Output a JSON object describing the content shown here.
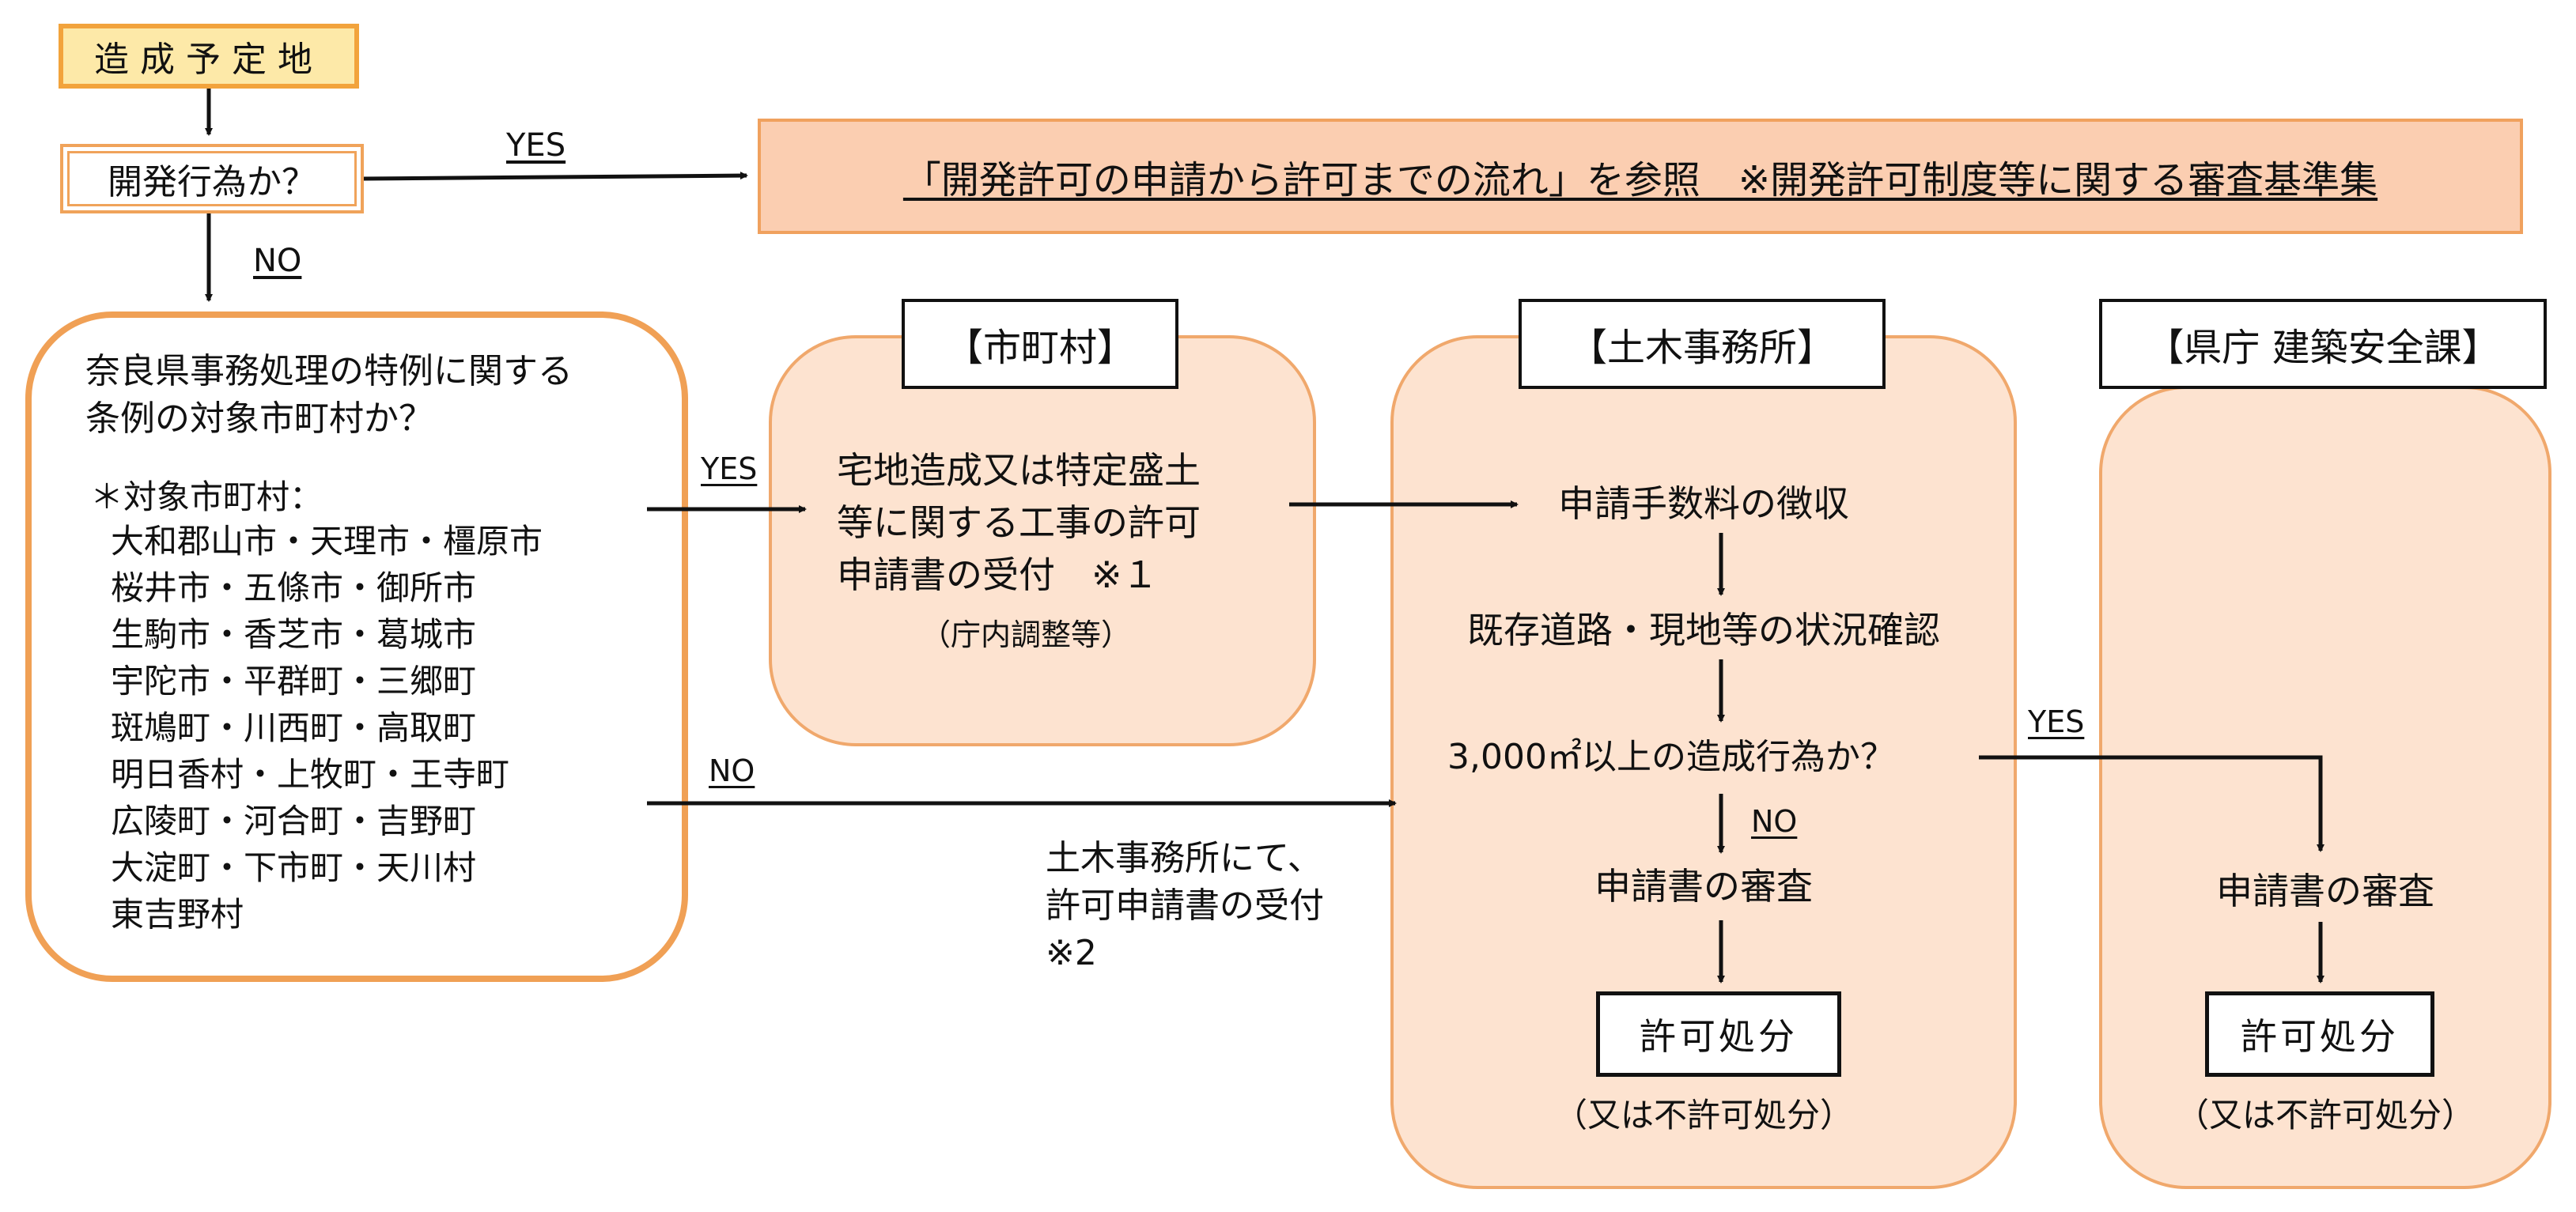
{
  "start_label": "造成予定地",
  "dev_question": "開発行為か？",
  "yes_label": "YES",
  "no_label": "NO",
  "reference_text": "「開発許可の申請から許可までの流れ」を参照　※開発許可制度等に関する審査基準集",
  "special_question": [
    "奈良県事務処理の特例に関する",
    "条例の対象市町村か？"
  ],
  "target_heading": "＊対象市町村：",
  "target_list": [
    "大和郡山市・天理市・橿原市",
    "桜井市・五條市・御所市",
    "生駒市・香芝市・葛城市",
    "宇陀市・平群町・三郷町",
    "斑鳩町・川西町・高取町",
    "明日香村・上牧町・王寺町",
    "広陵町・河合町・吉野町",
    "大淀町・下市町・天川村",
    "東吉野村"
  ],
  "muni": {
    "header": "【市町村】",
    "body": [
      "宅地造成又は特定盛土",
      "等に関する工事の許可",
      "申請書の受付　※１"
    ],
    "note": "（庁内調整等）"
  },
  "office": {
    "header": "【土木事務所】",
    "fee": "申請手数料の徴収",
    "check": "既存道路・現地等の状況確認",
    "size_question": "3,000㎡以上の造成行為か？",
    "review": "申請書の審査",
    "permit": "許可処分",
    "alt": "（又は不許可処分）"
  },
  "office_accept": [
    "土木事務所にて、",
    "許可申請書の受付",
    "※2"
  ],
  "pref": {
    "header": "【県庁 建築安全課】",
    "review": "申請書の審査",
    "permit": "許可処分",
    "alt": "（又は不許可処分）"
  }
}
